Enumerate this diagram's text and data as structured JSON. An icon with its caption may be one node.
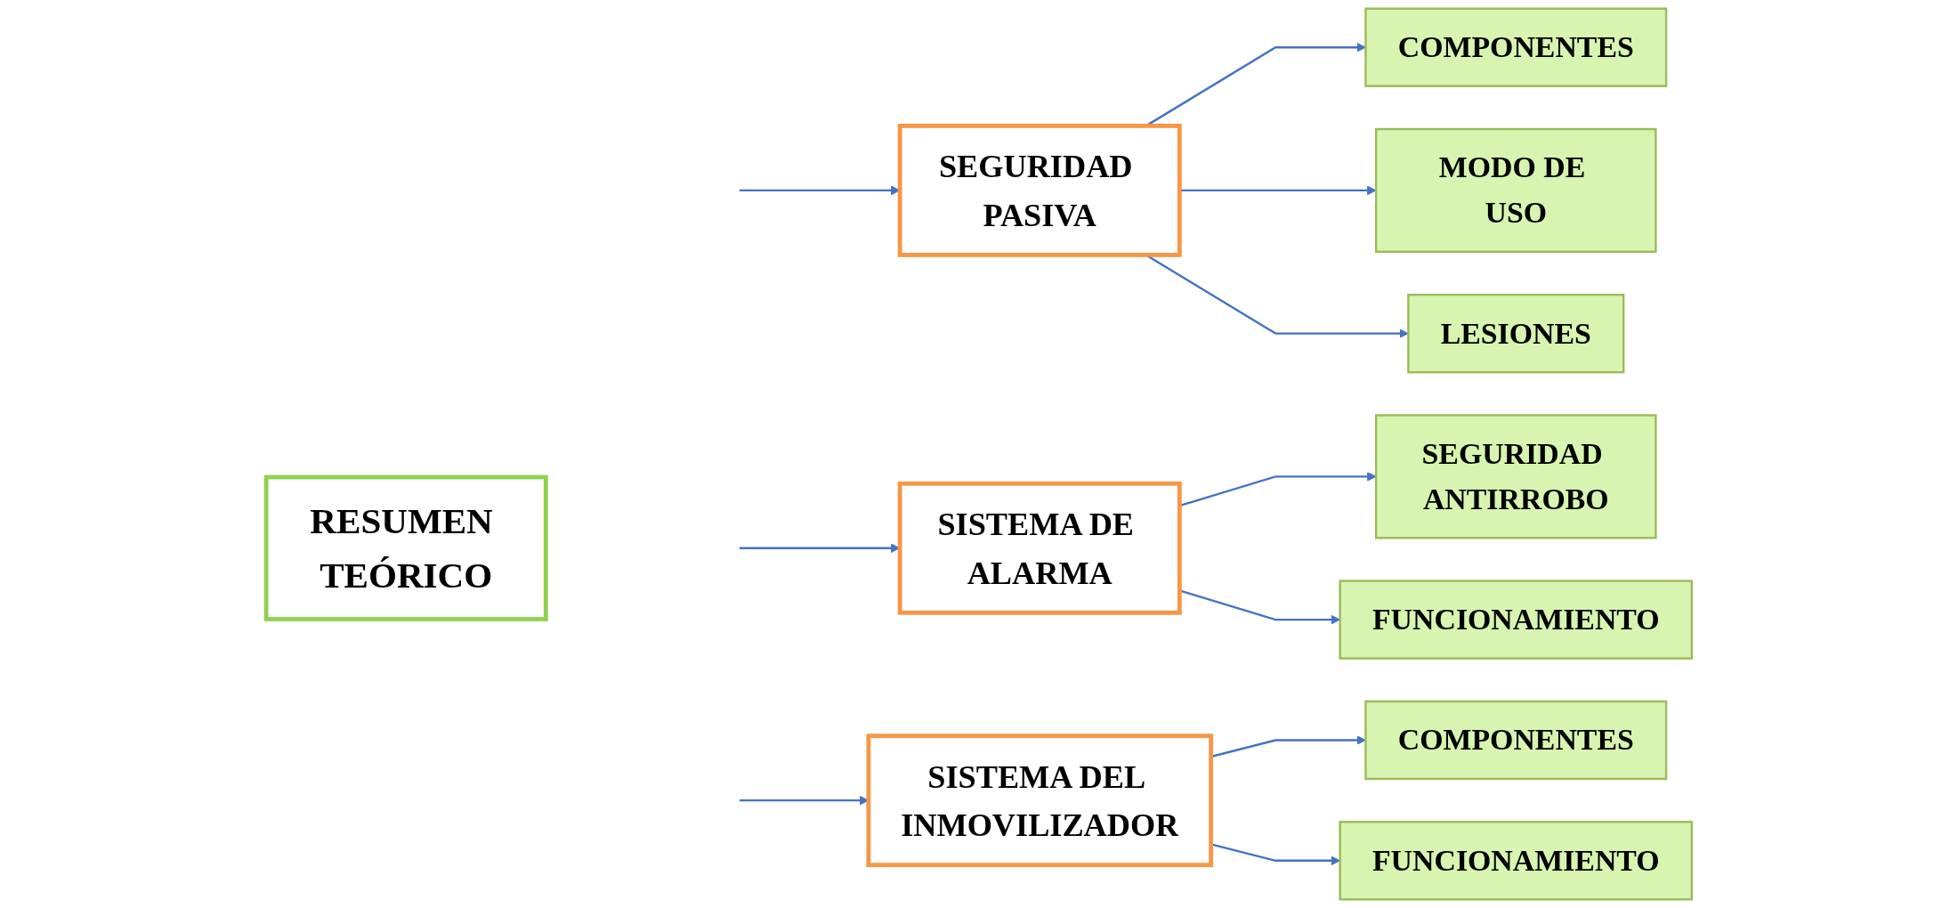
{
  "diagram": {
    "nodes": [
      {
        "text": [
          "RESUMEN TEÓRICO"
        ]
      },
      {
        "text": [
          "SEGURIDAD PASIVA"
        ]
      },
      {
        "text": [
          "COMPONENTES"
        ]
      },
      {
        "text": [
          "MODO DE USO"
        ]
      },
      {
        "text": [
          "LESIONES"
        ]
      },
      {
        "text": [
          "SISTEMA DE ALARMA"
        ]
      },
      {
        "text": [
          "SEGURIDAD ANTIRROBO"
        ]
      },
      {
        "text": [
          "FUNCIONAMIENTO"
        ]
      },
      {
        "text": [
          "SISTEMA DEL INMOVILIZADOR"
        ]
      },
      {
        "text": [
          "COMPONENTES"
        ]
      },
      {
        "text": [
          "FUNCIONAMIENTO"
        ]
      }
    ],
    "edges": [
      {
        "from": null,
        "to": 1,
        "arrow": "to"
      },
      {
        "from": null,
        "to": 5,
        "arrow": "to"
      },
      {
        "from": null,
        "to": 8,
        "arrow": "to"
      },
      {
        "from": 1,
        "to": 2,
        "arrow": "to"
      },
      {
        "from": 1,
        "to": 3,
        "arrow": "to"
      },
      {
        "from": 1,
        "to": 4,
        "arrow": "to"
      },
      {
        "from": 5,
        "to": 6,
        "arrow": "to"
      },
      {
        "from": 5,
        "to": 7,
        "arrow": "to"
      },
      {
        "from": 8,
        "to": 9,
        "arrow": "to"
      },
      {
        "from": 8,
        "to": 10,
        "arrow": "to"
      }
    ]
  }
}
